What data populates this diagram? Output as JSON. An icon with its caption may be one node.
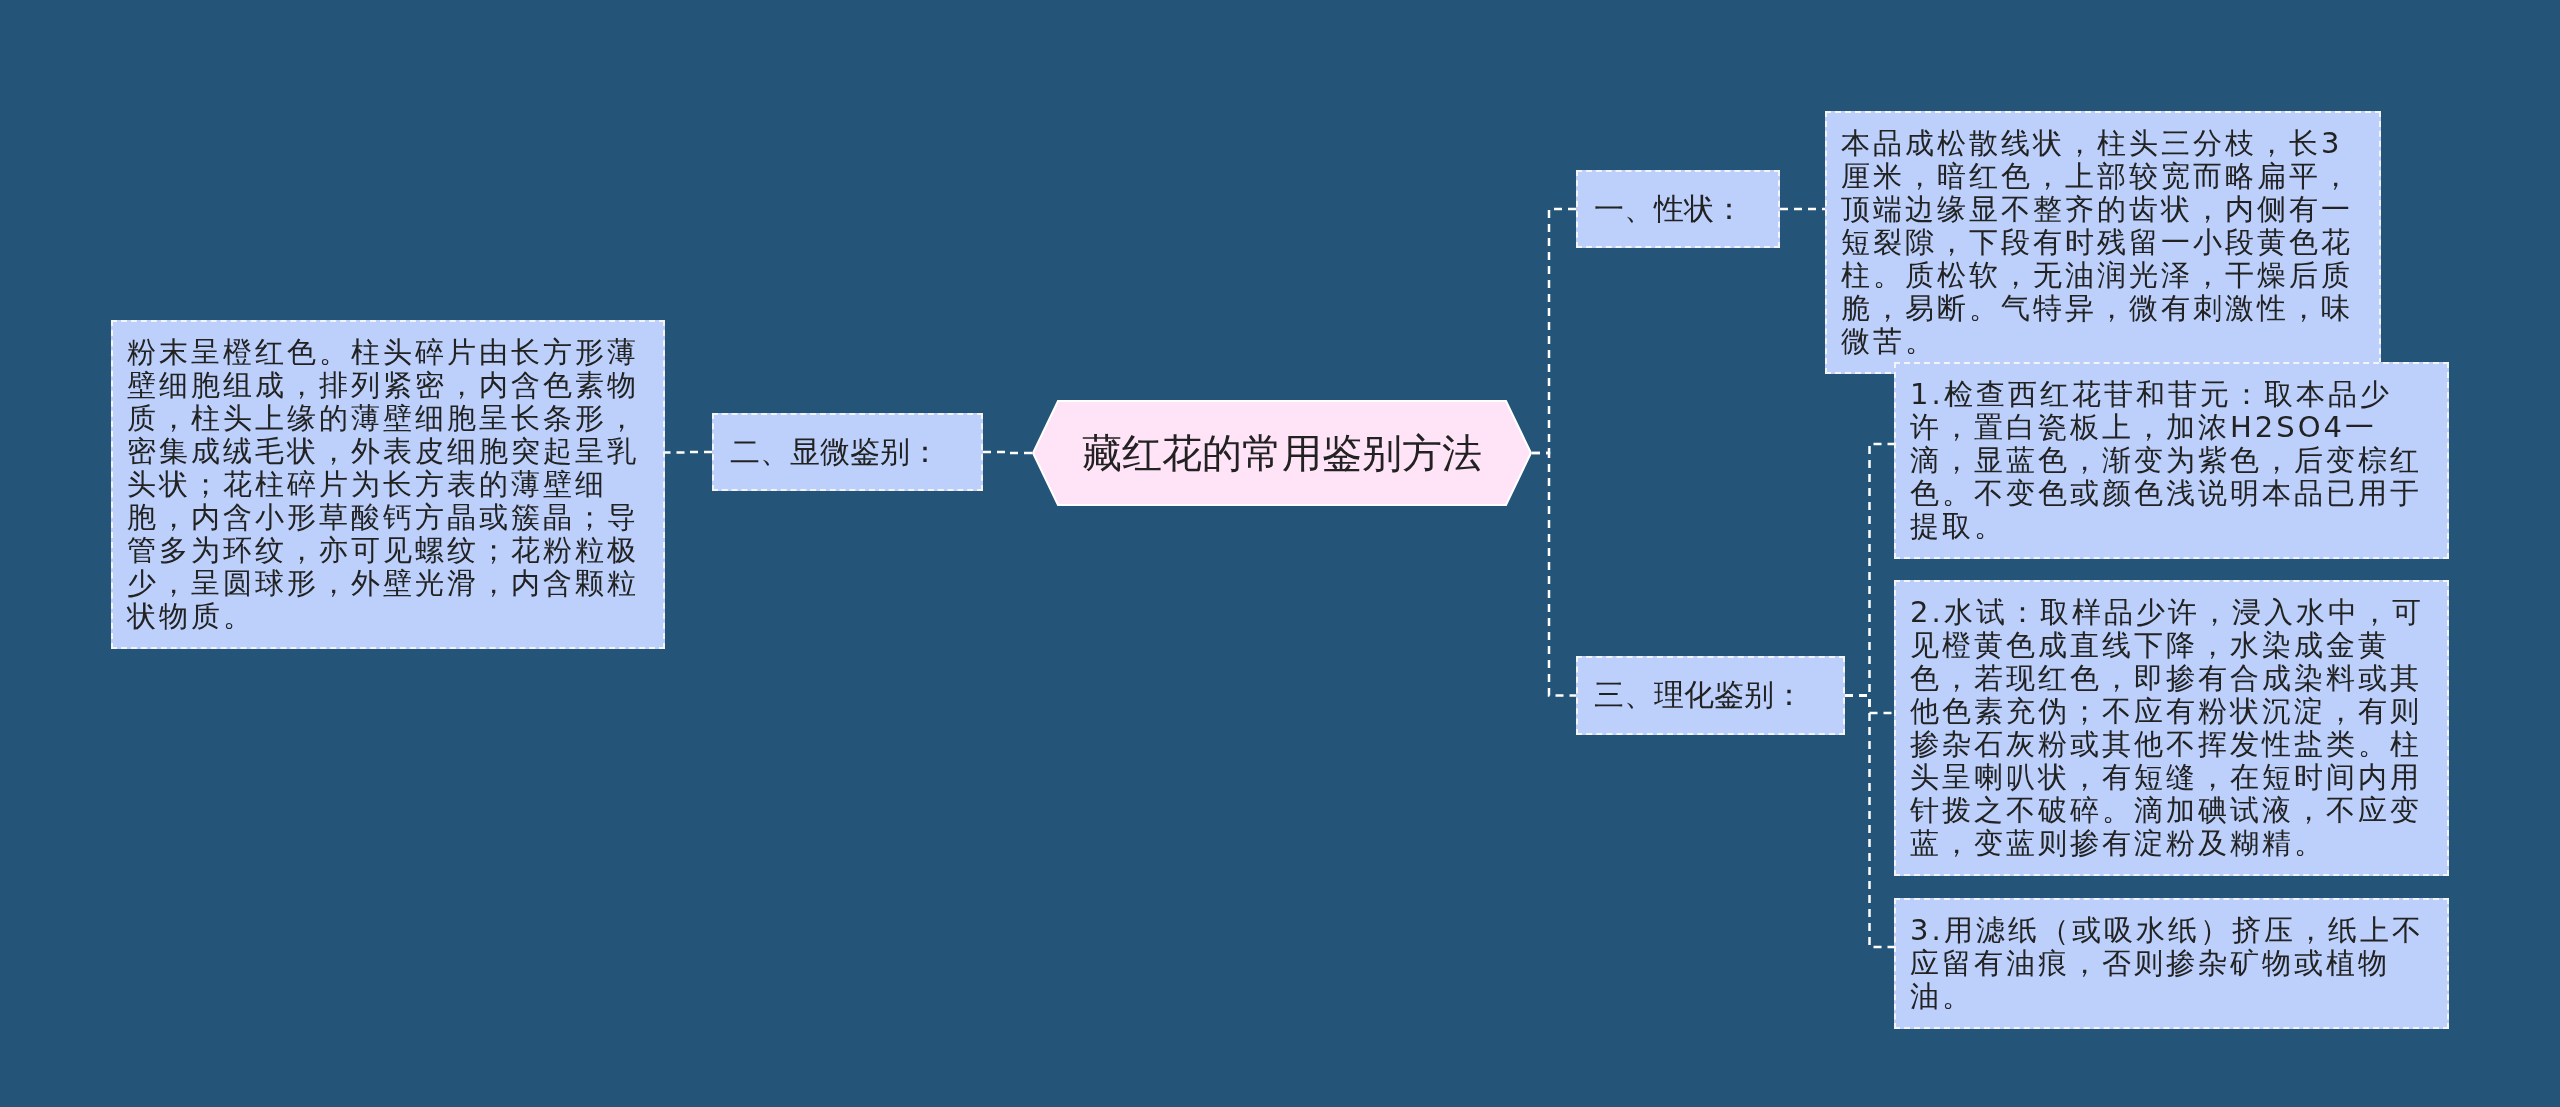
{
  "diagram": {
    "nodes": [
      {
        "text": [
          "藏红花的常用鉴别方法"
        ]
      },
      {
        "text": [
          "一、性状："
        ]
      },
      {
        "text": [
          "本品成松散线状，柱头三分枝，长3厘米，暗红色，上部较宽而略扁平，顶端边缘显不整齐的齿状，内侧有一短裂隙，下段有时残留一小段黄色花柱。质松软，无油润光泽，干燥后质脆，易断。气特异，微有刺激性，味微苦。"
        ]
      },
      {
        "text": [
          "二、显微鉴别："
        ]
      },
      {
        "text": [
          "粉末呈橙红色。柱头碎片由长方形薄壁细胞组成，排列紧密，内含色素物质，柱头上缘的薄壁细胞呈长条形，密集成绒毛状，外表皮细胞突起呈乳头状；花柱碎片为长方表的薄壁细胞，内含小形草酸钙方晶或簇晶；导管多为环纹，亦可见螺纹；花粉粒极少，呈圆球形，外壁光滑，内含颗粒状物质。"
        ]
      },
      {
        "text": [
          "三、理化鉴别："
        ]
      },
      {
        "text": [
          "1.检查西红花苷和苷元：取本品少许，置白瓷板上，加浓H2SO4一滴，显蓝色，渐变为紫色，后变棕红色。不变色或颜色浅说明本品已用于提取。"
        ]
      },
      {
        "text": [
          "2.水试：取样品少许，浸入水中，可见橙黄色成直线下降，水染成金黄色，若现红色，即掺有合成染料或其他色素充伪；不应有粉状沉淀，有则掺杂石灰粉或其他不挥发性盐类。柱头呈喇叭状，有短缝，在短时间内用针拨之不破碎。滴加碘试液，不应变蓝，变蓝则掺有淀粉及糊精。"
        ]
      },
      {
        "text": [
          "3.用滤纸（或吸水纸）挤压，纸上不应留有油痕，否则掺杂矿物或植物油。"
        ]
      }
    ],
    "edges": [
      {
        "from": 0,
        "to": 1,
        "arrow": "none"
      },
      {
        "from": 0,
        "to": 3,
        "arrow": "none"
      },
      {
        "from": 0,
        "to": 5,
        "arrow": "none"
      },
      {
        "from": 1,
        "to": 2,
        "arrow": "none"
      },
      {
        "from": 3,
        "to": 4,
        "arrow": "none"
      },
      {
        "from": 5,
        "to": 6,
        "arrow": "none"
      },
      {
        "from": 5,
        "to": 7,
        "arrow": "none"
      },
      {
        "from": 5,
        "to": 8,
        "arrow": "none"
      }
    ]
  }
}
